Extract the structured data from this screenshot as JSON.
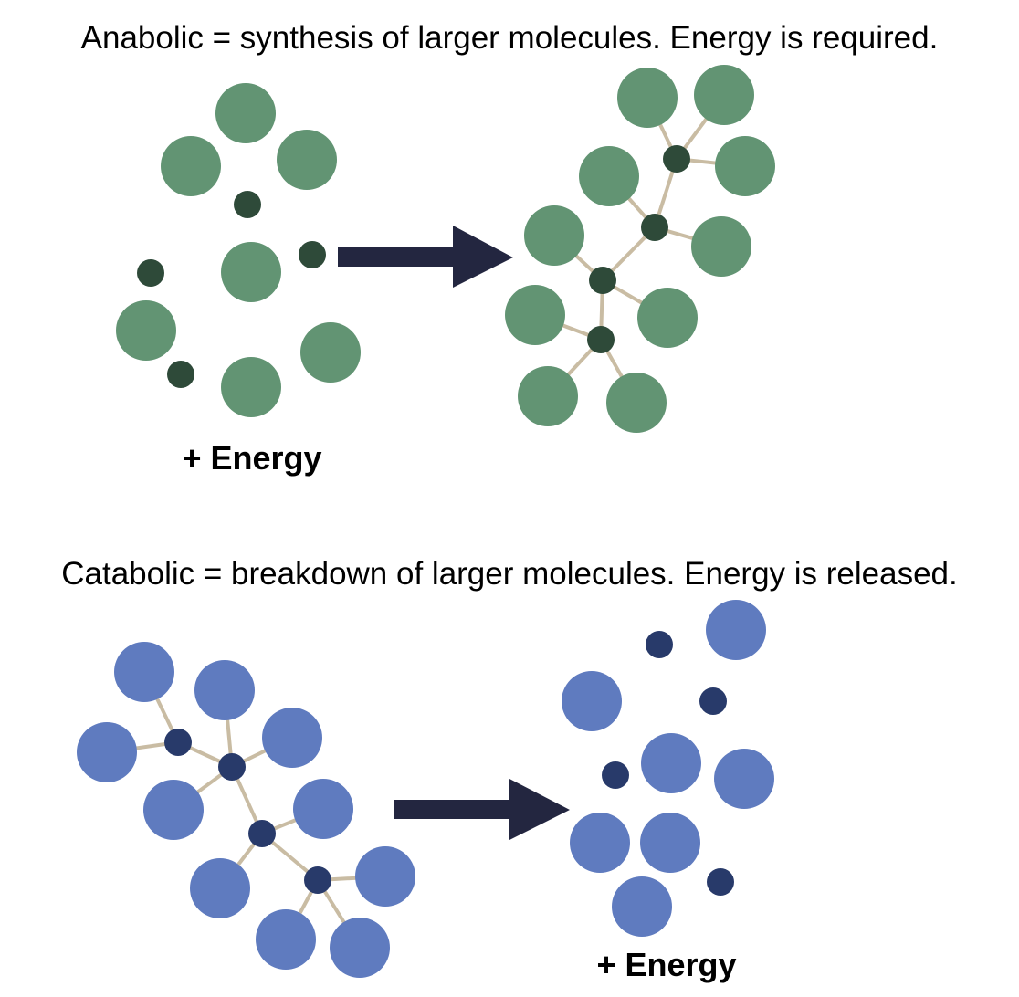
{
  "anabolic": {
    "caption": "Anabolic = synthesis of larger molecules. Energy is required.",
    "energy_label": "+ Energy",
    "large_color": "#629473",
    "small_color": "#2e4a39",
    "bond_color": "#c9bca3",
    "arrow_color": "#232640"
  },
  "catabolic": {
    "caption": "Catabolic = breakdown of larger molecules. Energy is released.",
    "energy_label": "+ Energy",
    "large_color": "#5f7bbf",
    "small_color": "#283a6a",
    "bond_color": "#c9bca3",
    "arrow_color": "#232640"
  }
}
